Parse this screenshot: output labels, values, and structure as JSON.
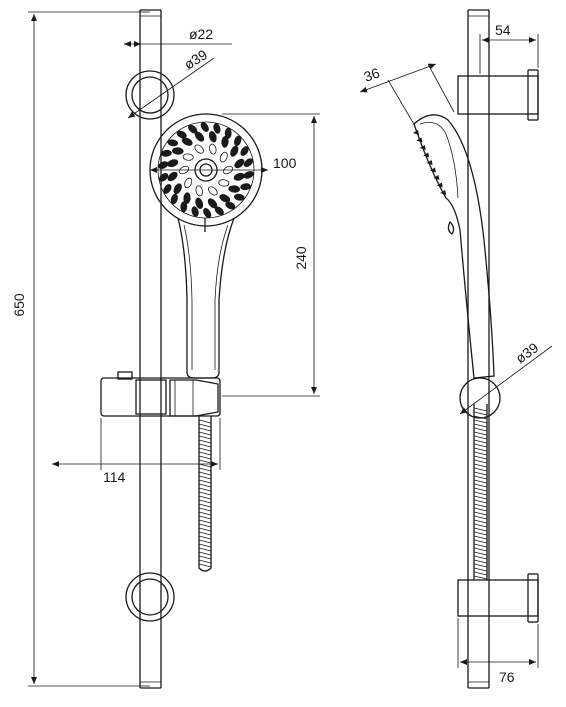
{
  "dimensions": {
    "total_height": "650",
    "rail_diameter": "ø22",
    "holder_ring_diameter": "ø39",
    "head_diameter": "100",
    "handshower_length": "240",
    "slider_depth": "114",
    "bracket_projection": "54",
    "head_angle_width": "36",
    "side_ring_diameter": "ø39",
    "bracket_depth": "76"
  },
  "colors": {
    "line": "#1a1a1a",
    "background": "#ffffff"
  }
}
